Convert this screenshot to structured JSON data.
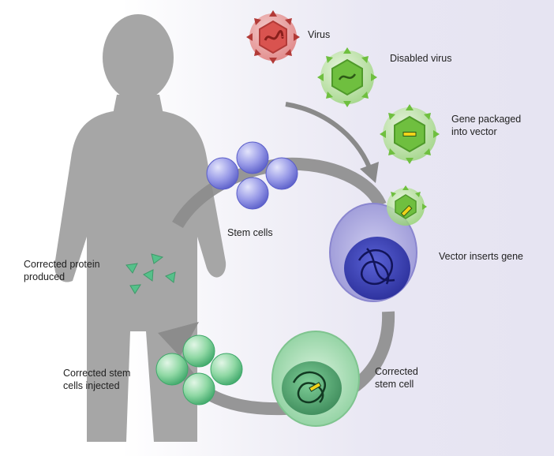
{
  "labels": {
    "virus": "Virus",
    "disabled_virus": "Disabled virus",
    "gene_packaged": [
      "Gene packaged",
      "into vector"
    ],
    "stem_cells": "Stem cells",
    "vector_inserts": "Vector inserts gene",
    "corrected_protein": [
      "Corrected protein",
      "produced"
    ],
    "corrected_stem_cell": [
      "Corrected",
      "stem cell"
    ],
    "corrected_injected": [
      "Corrected stem",
      "cells injected"
    ]
  },
  "colors": {
    "human_silhouette": "#a6a6a6",
    "cycle_arrow": "#8c8c8c",
    "virus_red": "#d9534f",
    "vector_green": "#8fd16a",
    "stem_cell_purple": "#6b6fd8",
    "corrected_cell_green": "#5fbf7f",
    "nucleus_blue": "#2b2f9a",
    "nucleus_green": "#2f6b4a",
    "gene_yellow": "#f1d21a",
    "protein_green": "#56c08a"
  }
}
